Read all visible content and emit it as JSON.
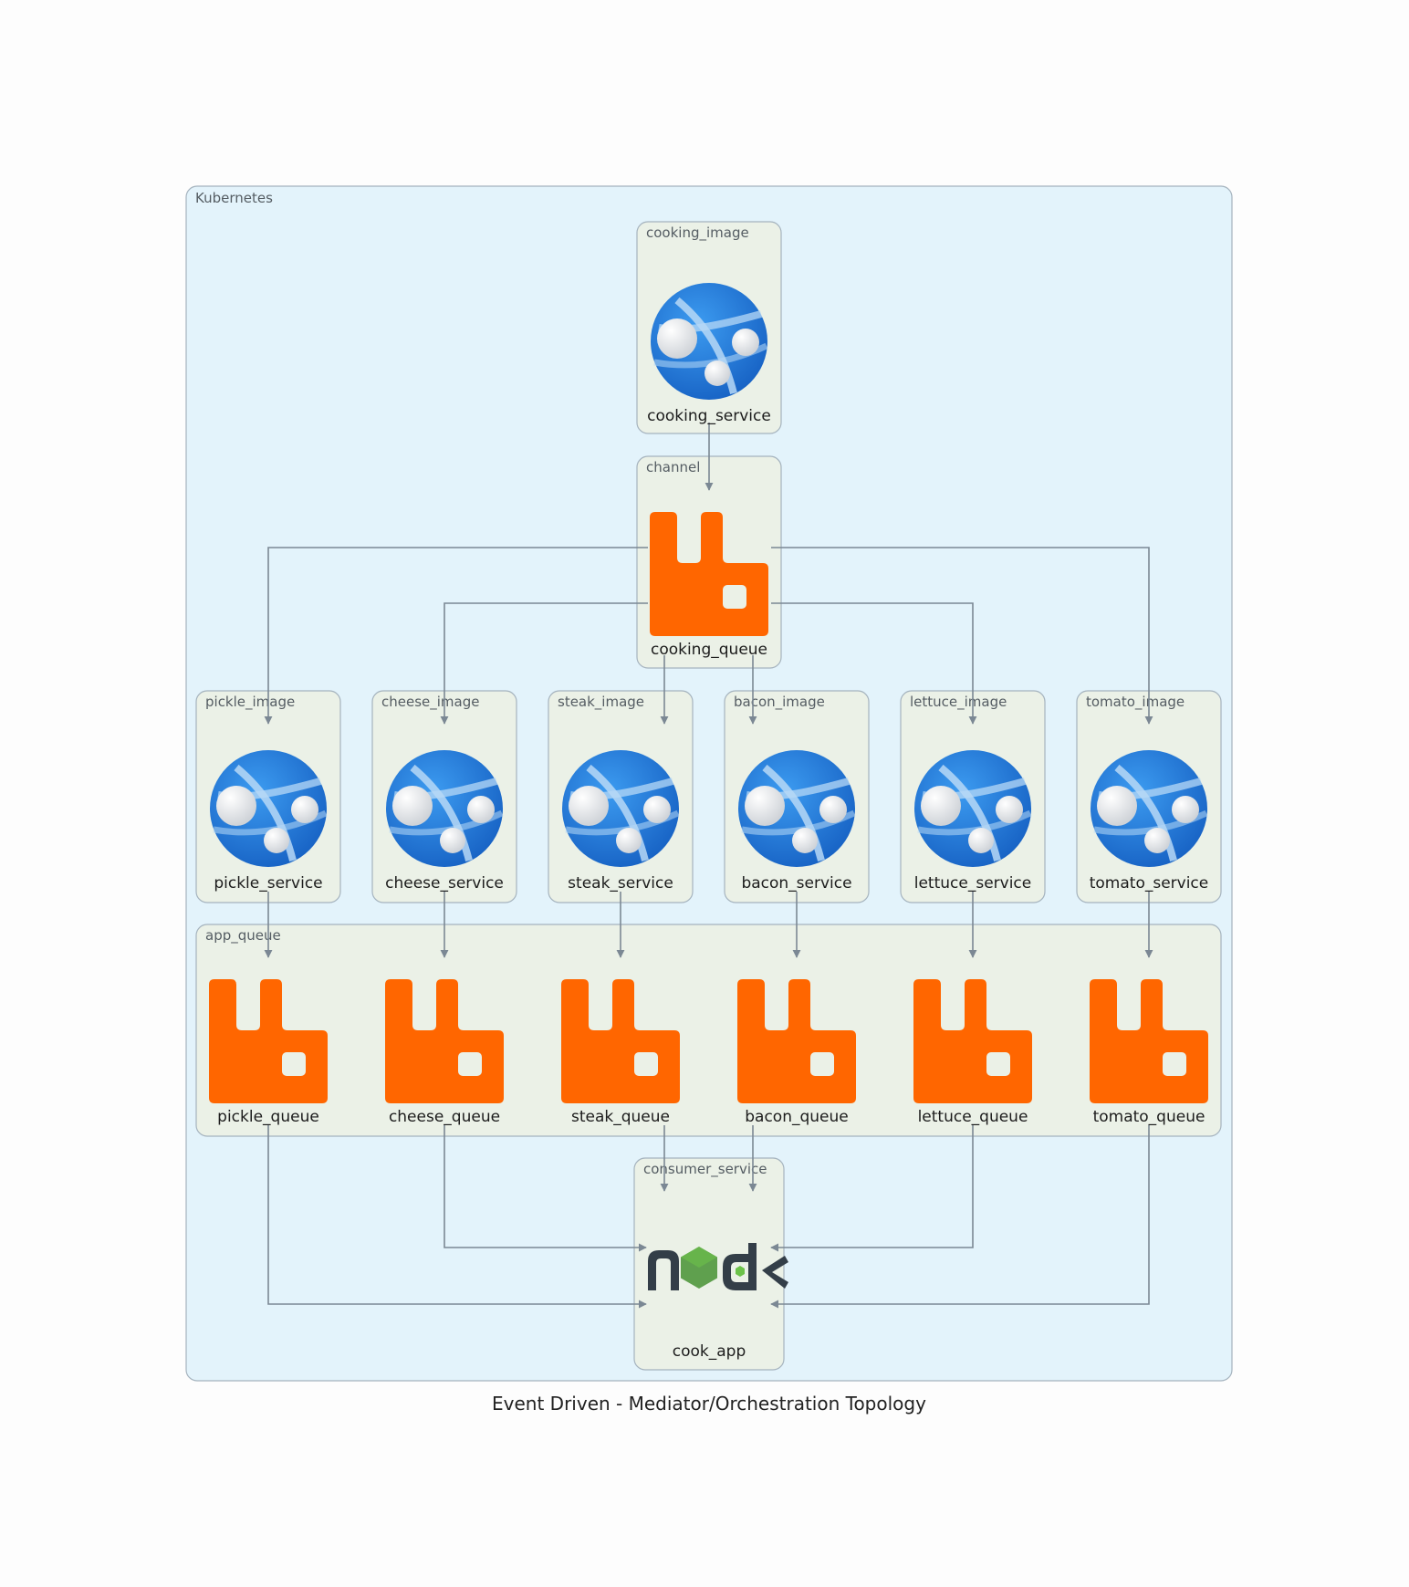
{
  "caption": "Event Driven - Mediator/Orchestration Topology",
  "clusters": {
    "kubernetes": "Kubernetes",
    "cooking_image": "cooking_image",
    "channel": "channel",
    "pickle_image": "pickle_image",
    "cheese_image": "cheese_image",
    "steak_image": "steak_image",
    "bacon_image": "bacon_image",
    "lettuce_image": "lettuce_image",
    "tomato_image": "tomato_image",
    "app_queue": "app_queue",
    "consumer_service": "consumer_service"
  },
  "nodes": {
    "cooking_service": "cooking_service",
    "cooking_queue": "cooking_queue",
    "pickle_service": "pickle_service",
    "cheese_service": "cheese_service",
    "steak_service": "steak_service",
    "bacon_service": "bacon_service",
    "lettuce_service": "lettuce_service",
    "tomato_service": "tomato_service",
    "pickle_queue": "pickle_queue",
    "cheese_queue": "cheese_queue",
    "steak_queue": "steak_queue",
    "bacon_queue": "bacon_queue",
    "lettuce_queue": "lettuce_queue",
    "tomato_queue": "tomato_queue",
    "cook_app": "cook_app"
  },
  "node_icons": {
    "service": "azure-app-service-icon",
    "queue": "rabbitmq-icon",
    "app": "nodejs-icon"
  },
  "edges": [
    [
      "cooking_service",
      "cooking_queue"
    ],
    [
      "cooking_queue",
      "pickle_service"
    ],
    [
      "cooking_queue",
      "cheese_service"
    ],
    [
      "cooking_queue",
      "steak_service"
    ],
    [
      "cooking_queue",
      "bacon_service"
    ],
    [
      "cooking_queue",
      "lettuce_service"
    ],
    [
      "cooking_queue",
      "tomato_service"
    ],
    [
      "pickle_service",
      "pickle_queue"
    ],
    [
      "cheese_service",
      "cheese_queue"
    ],
    [
      "steak_service",
      "steak_queue"
    ],
    [
      "bacon_service",
      "bacon_queue"
    ],
    [
      "lettuce_service",
      "lettuce_queue"
    ],
    [
      "tomato_service",
      "tomato_queue"
    ],
    [
      "pickle_queue",
      "cook_app"
    ],
    [
      "cheese_queue",
      "cook_app"
    ],
    [
      "steak_queue",
      "cook_app"
    ],
    [
      "bacon_queue",
      "cook_app"
    ],
    [
      "lettuce_queue",
      "cook_app"
    ],
    [
      "tomato_queue",
      "cook_app"
    ]
  ],
  "colors": {
    "outer_cluster_fill": "#e3f3fb",
    "inner_cluster_fill": "#ebf1e7",
    "cluster_border": "#a5b3be",
    "edge": "#7b8894",
    "rabbitmq_orange": "#ff6600",
    "azure_blue": "#1f78d6",
    "node_dark": "#333e48",
    "node_green": "#5fa04e"
  }
}
